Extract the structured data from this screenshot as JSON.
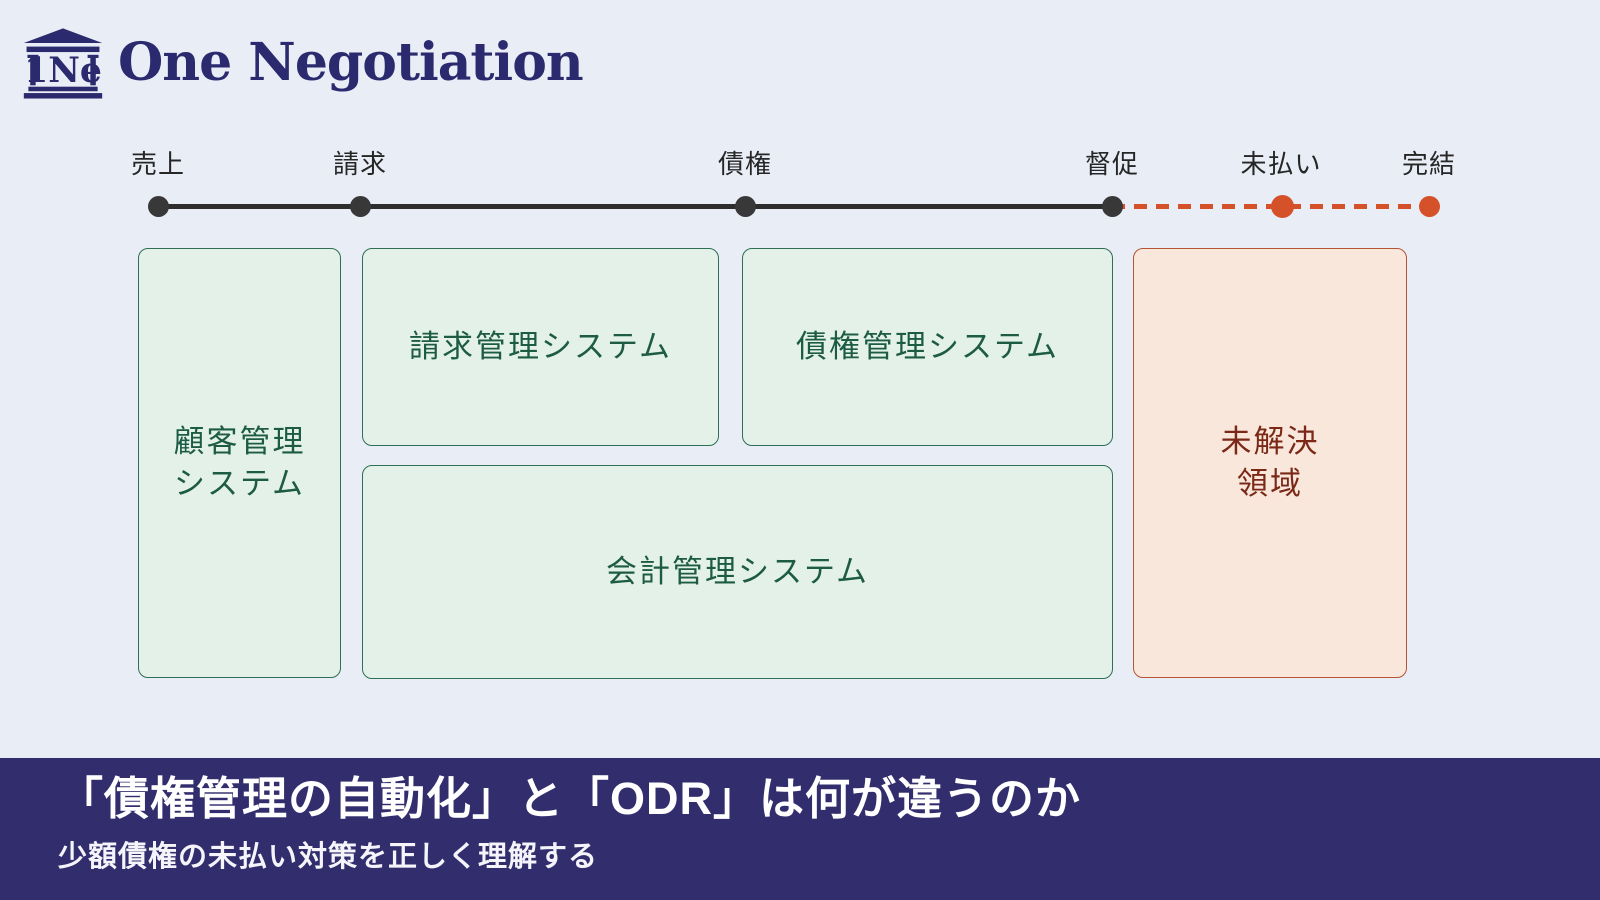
{
  "colors": {
    "background": "#e9edf6",
    "brand_navy": "#2b2a6e",
    "timeline_dark": "#2d2d2d",
    "timeline_orange": "#d4512a",
    "system_fill": "#e3f1e9",
    "system_border": "#2e6f55",
    "system_text": "#1d5b45",
    "unresolved_fill": "#f9e7dc",
    "unresolved_border": "#b65434",
    "unresolved_text": "#7b2817",
    "banner_bg": "#322e6d",
    "banner_text": "#ffffff"
  },
  "header": {
    "brand": "One Negotiation",
    "logo_monogram": "1Ne"
  },
  "timeline": {
    "stages": [
      {
        "label": "売上",
        "segment": "solid"
      },
      {
        "label": "請求",
        "segment": "solid"
      },
      {
        "label": "債権",
        "segment": "solid"
      },
      {
        "label": "督促",
        "segment": "solid"
      },
      {
        "label": "未払い",
        "segment": "dashed"
      },
      {
        "label": "完結",
        "segment": "dashed"
      }
    ]
  },
  "systems": {
    "customer": {
      "line1": "顧客管理",
      "line2": "システム"
    },
    "billing": {
      "label": "請求管理システム"
    },
    "receivables": {
      "label": "債権管理システム"
    },
    "accounting": {
      "label": "会計管理システム"
    },
    "unresolved": {
      "line1": "未解決",
      "line2": "領域"
    }
  },
  "banner": {
    "title": "「債権管理の自動化」と「ODR」は何が違うのか",
    "subtitle": "少額債権の未払い対策を正しく理解する"
  }
}
